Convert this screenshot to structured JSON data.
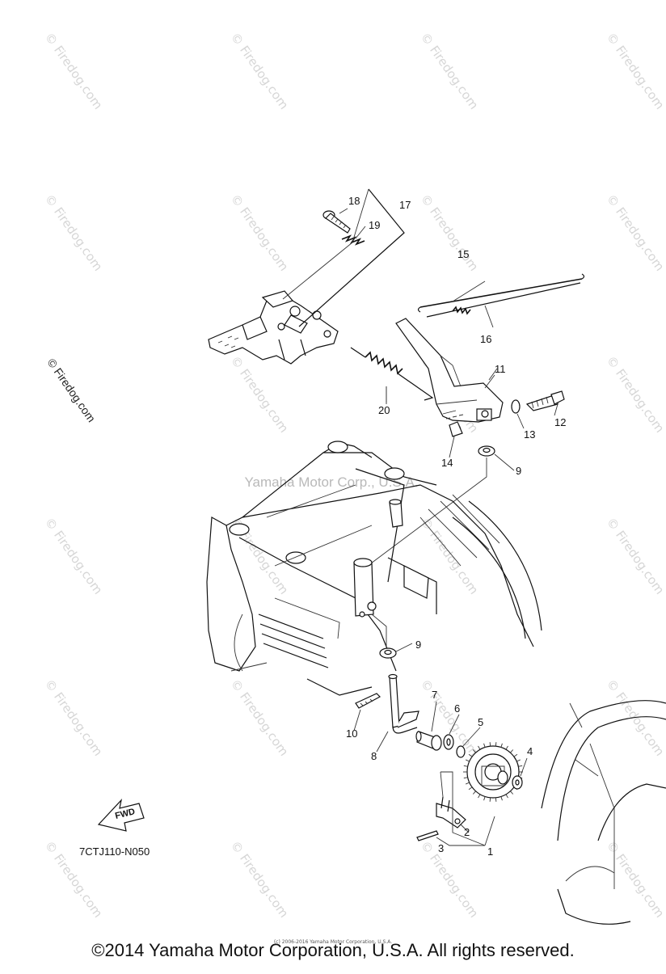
{
  "diagram": {
    "code": "7CTJ110-N050",
    "center_watermark": "Yamaha Motor Corp., U.S.A.",
    "side_watermark": "© Firedog.com",
    "tile_watermark": "© Firedog.com",
    "fwd_label": "FWD",
    "callouts": [
      "1",
      "2",
      "3",
      "4",
      "5",
      "6",
      "7",
      "8",
      "9",
      "9",
      "10",
      "11",
      "12",
      "13",
      "14",
      "15",
      "16",
      "17",
      "18",
      "19",
      "20"
    ]
  },
  "footer": {
    "small_text": "(c) 2006-2016 Yamaha Motor Corporation, U.S.A.",
    "copyright": "©2014 Yamaha Motor Corporation, U.S.A. All rights reserved."
  }
}
